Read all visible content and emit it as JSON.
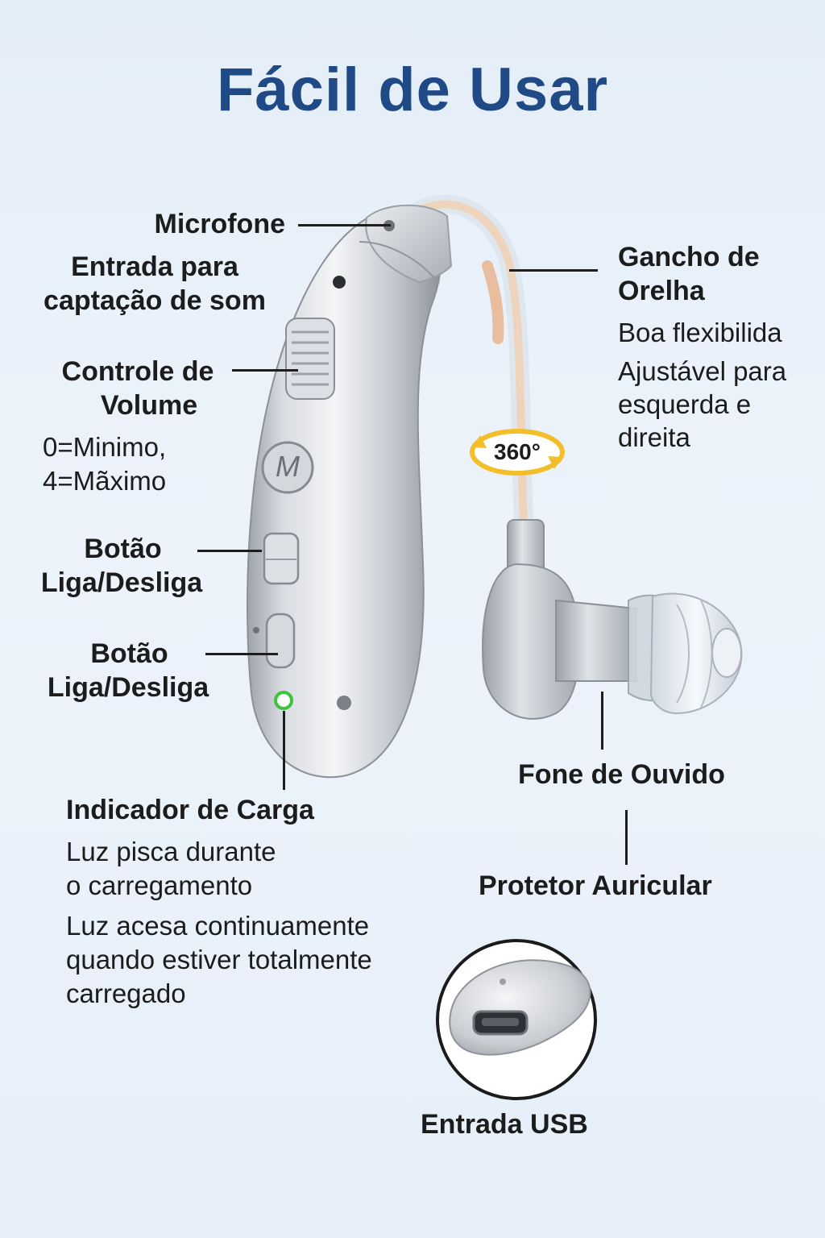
{
  "title": "Fácil de Usar",
  "badge": "360°",
  "labels": {
    "microfone": "Microfone",
    "entrada_som_1": "Entrada para",
    "entrada_som_2": "captação de som",
    "volume_1": "Controle de",
    "volume_2": "Volume",
    "volume_desc_1": "0=Minimo,",
    "volume_desc_2": "4=Mãximo",
    "botao1_1": "Botão",
    "botao1_2": "Liga/Desliga",
    "botao2_1": "Botão",
    "botao2_2": "Liga/Desliga",
    "carga": "Indicador de Carga",
    "carga_desc_1": "Luz pisca durante",
    "carga_desc_2": "o carregamento",
    "carga_desc_3": "Luz acesa continuamente",
    "carga_desc_4": "quando estiver totalmente",
    "carga_desc_5": "carregado",
    "gancho_1": "Gancho de",
    "gancho_2": "Orelha",
    "gancho_desc_1": "Boa flexibilida",
    "gancho_desc_2": "Ajustável para",
    "gancho_desc_3": "esquerda e",
    "gancho_desc_4": "direita",
    "fone": "Fone de Ouvido",
    "protetor": "Protetor Auricular",
    "usb": "Entrada USB",
    "mode_button": "M"
  },
  "colors": {
    "title": "#1f4a85",
    "led": "#3cc43c",
    "badge_ring": "#f2bf2a"
  },
  "icons": [
    "hearing-aid-body",
    "ear-hook",
    "earpiece",
    "usb-port",
    "rotation-icon"
  ]
}
